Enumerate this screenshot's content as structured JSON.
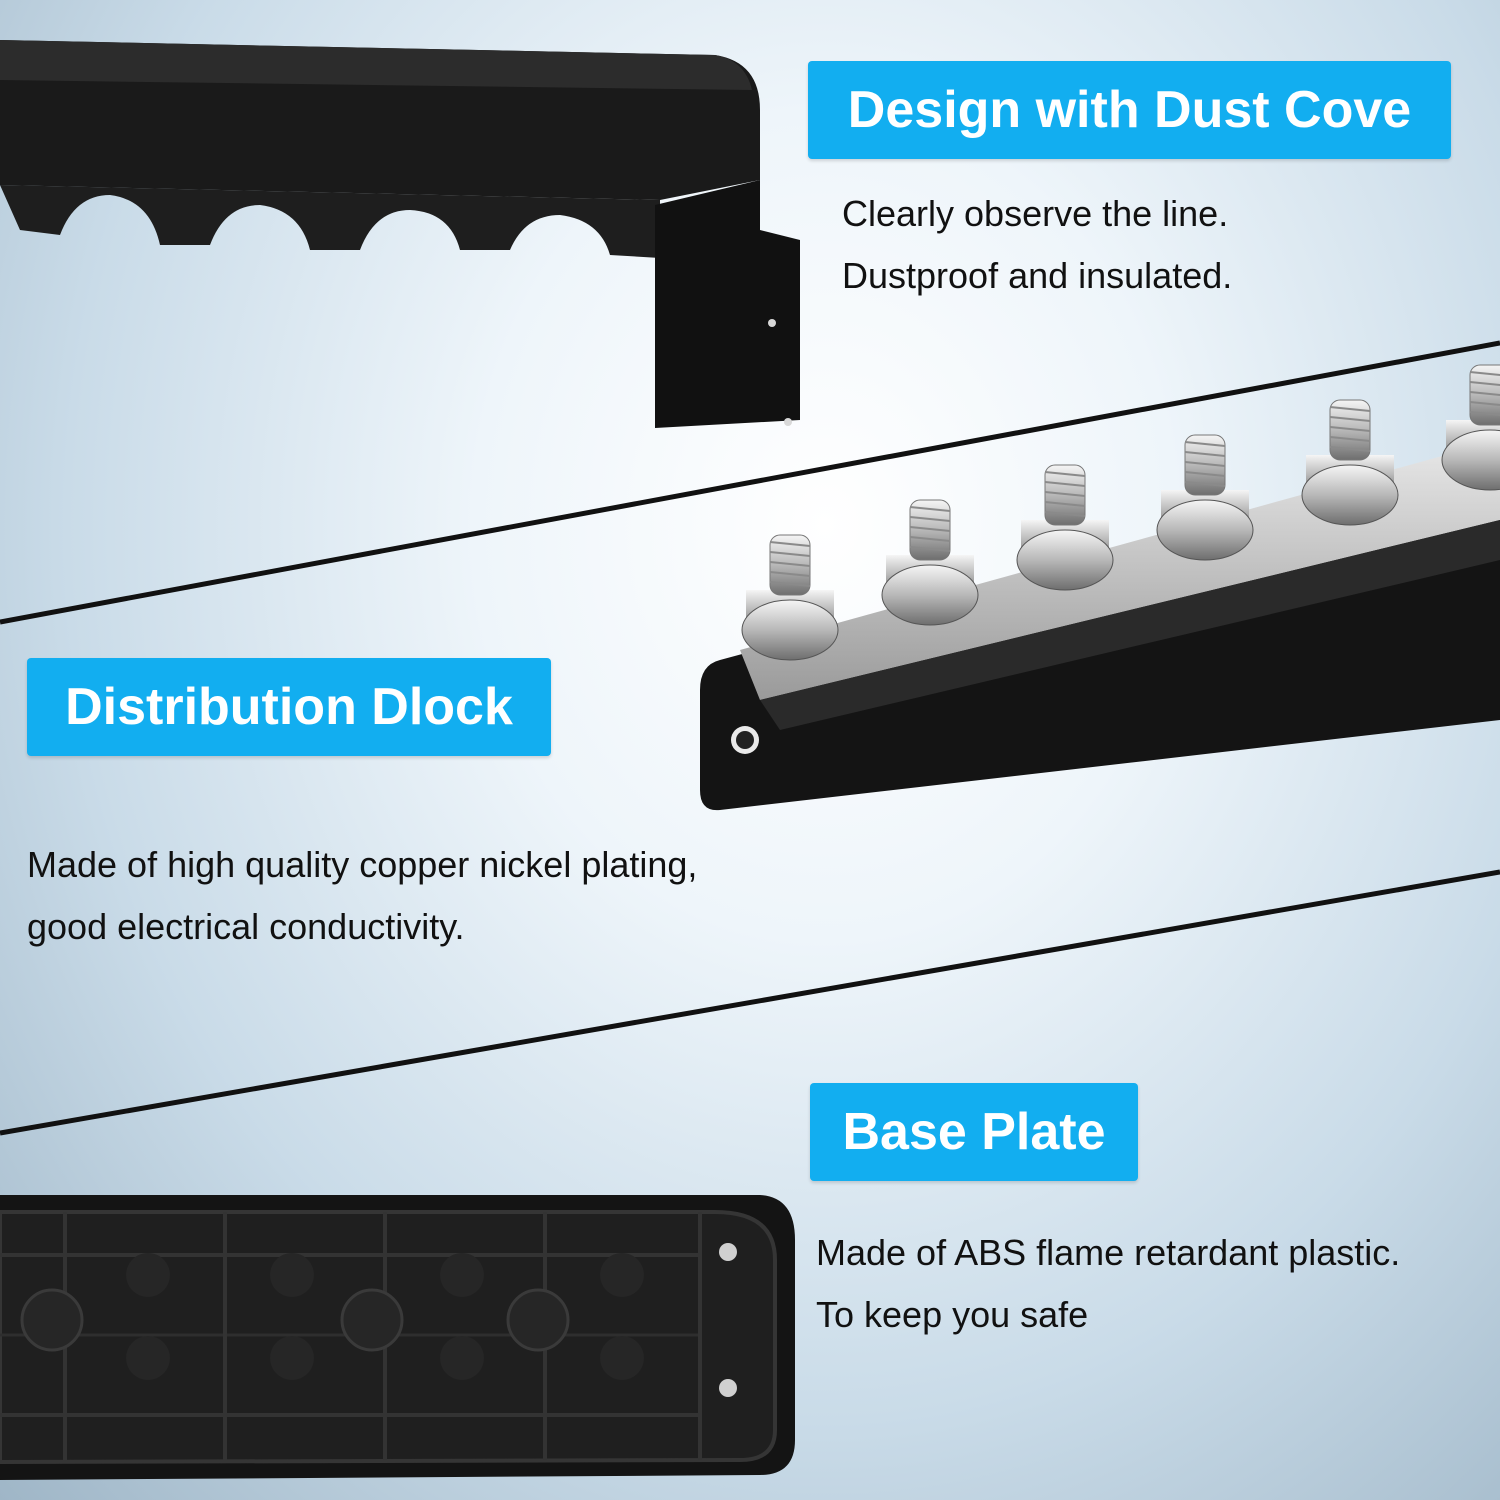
{
  "colors": {
    "accent": "#12aef0",
    "product": "#151515",
    "text": "#111111"
  },
  "sections": [
    {
      "id": "dust-cover",
      "title": "Design with Dust Cove",
      "lines": [
        "Clearly observe the line.",
        "Dustproof and insulated."
      ]
    },
    {
      "id": "distribution-block",
      "title": "Distribution Dlock",
      "lines": [
        "Made of high quality copper nickel plating,",
        "good electrical conductivity."
      ]
    },
    {
      "id": "base-plate",
      "title": "Base Plate",
      "lines": [
        "Made of ABS flame retardant plastic.",
        "To keep you safe"
      ]
    }
  ]
}
